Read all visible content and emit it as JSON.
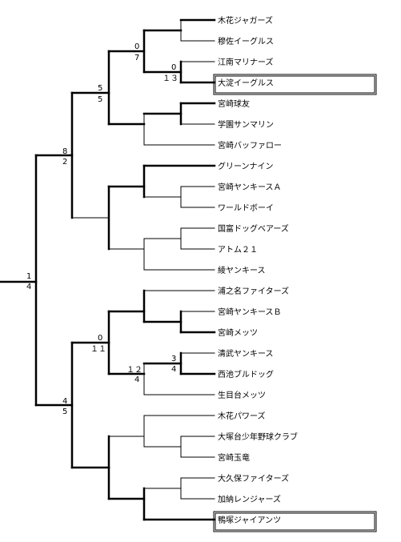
{
  "teams": [
    "木花ジャガーズ",
    "穆佐イーグルス",
    "江南マリナーズ",
    "大淀イーグルス",
    "宮崎球友",
    "学園サンマリン",
    "宮崎バッファロー",
    "グリーンナイン",
    "宮崎ヤンキースＡ",
    "ワールドボーイ",
    "国富ドッグベアーズ",
    "アトム２１",
    "綾ヤンキース",
    "浦之名ファイターズ",
    "宮崎ヤンキースＢ",
    "宮崎メッツ",
    "清武ヤンキース",
    "西池ブルドッグ",
    "生目台メッツ",
    "木花パワーズ",
    "大塚台少年野球クラブ",
    "宮崎玉竜",
    "大久保ファイターズ",
    "加納レンジャーズ",
    "鴨塚ジャイアンツ"
  ],
  "finalists": [
    "大淀イーグルス",
    "鴨塚ジャイアンツ"
  ],
  "scores": {
    "r2_top": [
      "0",
      "7"
    ],
    "r2_second": [
      "0",
      "１３"
    ],
    "qf_top": [
      "5",
      "5"
    ],
    "sf_top": [
      "8",
      "2"
    ],
    "final": [
      "1",
      "4"
    ],
    "qf_bottom": [
      "0",
      "１１"
    ],
    "r2_bottom": [
      "１２",
      "4"
    ],
    "r1_bottom": [
      "3",
      "4"
    ],
    "sf_bottom": [
      "4",
      "5"
    ]
  }
}
